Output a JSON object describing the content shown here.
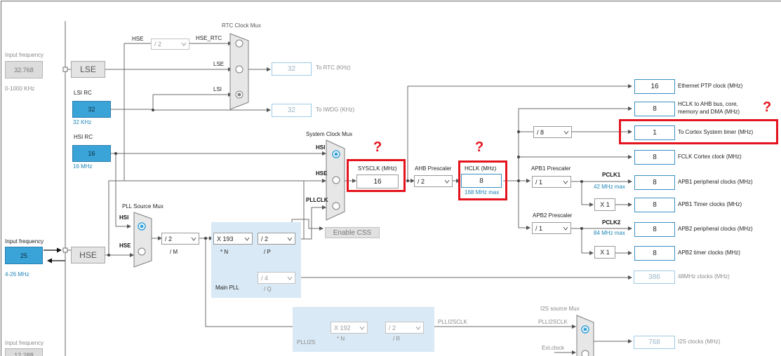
{
  "left_panel": {
    "input_frequency_label_1": "Input frequency",
    "lse_input_value": "32.768",
    "lse_range": "0-1000 KHz",
    "lse_button": "LSE",
    "lsi_rc_label": "LSI RC",
    "lsi_value": "32",
    "lsi_unit": "32 KHz",
    "hsi_rc_label": "HSI RC",
    "hsi_value": "16",
    "hsi_unit": "16 MHz",
    "input_frequency_label_2": "Input frequency",
    "hse_input_value": "25",
    "hse_range": "4-26 MHz",
    "hse_button": "HSE",
    "input_frequency_label_3": "Input frequency",
    "input_3_value": "12.288"
  },
  "rtc": {
    "mux_title": "RTC Clock Mux",
    "hse_label": "HSE",
    "hse_div": "/ 2",
    "hse_rtc_label": "HSE_RTC",
    "lse_label": "LSE",
    "lsi_label": "LSI",
    "rtc_value": "32",
    "rtc_label": "To RTC (KHz)",
    "iwdg_value": "32",
    "iwdg_label": "To IWDG (KHz)"
  },
  "system_mux": {
    "title": "System Clock Mux",
    "hsi_label": "HSI",
    "hse_label": "HSE",
    "pllclk_label": "PLLCLK",
    "enable_css": "Enable CSS"
  },
  "sysclk": {
    "label": "SYSCLK (MHz)",
    "value": "16"
  },
  "ahb": {
    "label": "AHB Prescaler",
    "value": "/ 2"
  },
  "hclk": {
    "label": "HCLK (MHz)",
    "value": "8",
    "max": "168 MHz max"
  },
  "pll": {
    "source_mux_title": "PLL Source Mux",
    "hsi_label": "HSI",
    "hse_label": "HSE",
    "m_value": "/ 2",
    "m_label": "/ M",
    "n_value": "X 193",
    "n_label": "* N",
    "p_value": "/ 2",
    "p_label": "/ P",
    "q_value": "/ 4",
    "q_label": "/ Q",
    "main_pll_label": "Main PLL"
  },
  "plli2s": {
    "label": "PLLI2S",
    "n_value": "X 192",
    "n_label": "* N",
    "r_value": "/ 2",
    "r_label": "/ R",
    "pllclk_label": "PLLI2SCLK",
    "mux_title": "I2S source Mux",
    "mux_in_1": "PLLI2SCLK",
    "mux_in_2": "Ext.clock",
    "i2s_value": "768",
    "i2s_label": "I2S clocks (MHz)"
  },
  "apb1": {
    "label": "APB1 Prescaler",
    "value": "/ 1",
    "pclk": "PCLK1",
    "max": "42 MHz max",
    "timer_mult": "X 1"
  },
  "apb2": {
    "label": "APB2 Prescaler",
    "value": "/ 1",
    "pclk": "PCLK2",
    "max": "84 MHz max",
    "timer_mult": "X 1"
  },
  "cortex_div": "/ 8",
  "outputs": [
    {
      "value": "16",
      "label": "Ethernet PTP clock (MHz)"
    },
    {
      "value": "8",
      "label": "HCLK to AHB bus, core,",
      "label2": "memory and DMA (MHz)"
    },
    {
      "value": "1",
      "label": "To Cortex System timer (MHz)"
    },
    {
      "value": "8",
      "label": "FCLK Cortex clock (MHz)"
    },
    {
      "value": "8",
      "label": "APB1 peripheral clocks (MHz)"
    },
    {
      "value": "8",
      "label": "APB1 Timer clocks (MHz)"
    },
    {
      "value": "8",
      "label": "APB2 peripheral clocks (MHz)"
    },
    {
      "value": "8",
      "label": "APB2 timer clocks (MHz)"
    }
  ],
  "mhz48": {
    "value": "386",
    "label": "48MHz clocks (MHz)"
  },
  "annotations": {
    "question_mark": "?"
  },
  "colors": {
    "accent_blue": "#3aa3d8",
    "highlight_red": "#e3141d",
    "pll_panel": "#d9e9f5"
  }
}
